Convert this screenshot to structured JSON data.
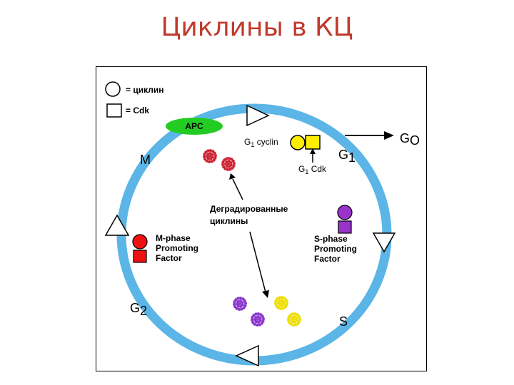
{
  "title": "Циклины в КЦ",
  "legend": {
    "cyclin": "= циклин",
    "cdk": "= Cdk"
  },
  "apc": "APC",
  "phases": {
    "m": "M",
    "g1": "G",
    "g1_sub": "1",
    "g2": "G",
    "g2_sub": "2",
    "s": "S",
    "g0": "G",
    "g0_sub": "O"
  },
  "g1_cyclin": {
    "prefix": "G",
    "sub": "1",
    "rest": " cyclin"
  },
  "g1_cdk": {
    "prefix": "G",
    "sub": "1",
    "rest": " Cdk"
  },
  "degraded": [
    "Деградированные",
    "циклины"
  ],
  "s_factor": [
    "S-phase",
    "Promoting",
    "Factor"
  ],
  "m_factor": [
    "M-phase",
    "Promoting",
    "Factor"
  ],
  "colors": {
    "title": "#c0392b",
    "ring": "#5bb5e6",
    "apc": "#22cc22",
    "g1_complex": "#ffee00",
    "s_complex": "#9933cc",
    "m_complex": "#ee1111",
    "degraded_red": "#cc2233",
    "degraded_purple": "#8833cc",
    "degraded_yellow": "#eedd00",
    "triangle_fill": "#ffffff"
  }
}
